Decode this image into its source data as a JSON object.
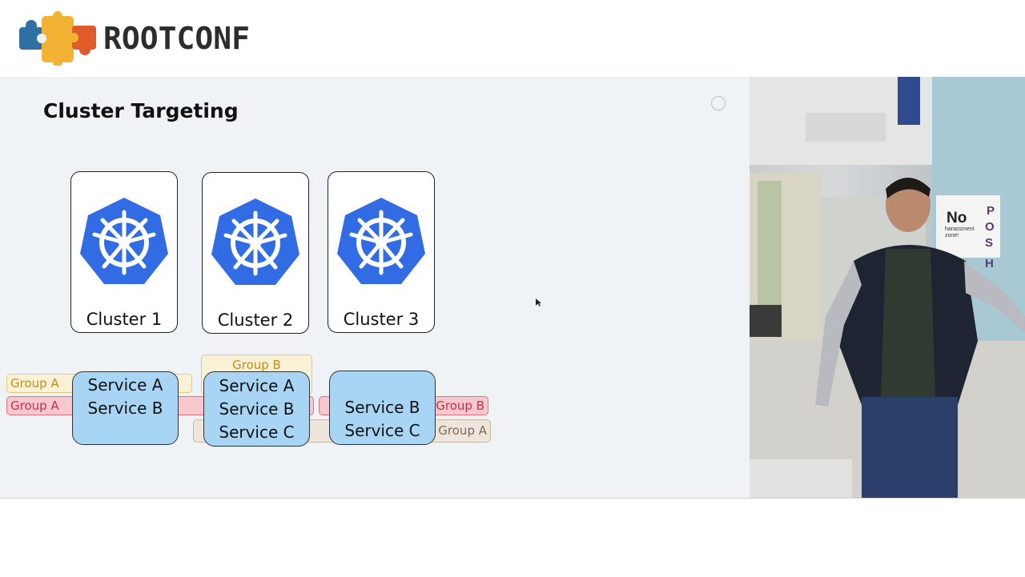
{
  "header": {
    "brand": "ROOTCONF"
  },
  "slide": {
    "title": "Cluster Targeting",
    "clusters": [
      {
        "label": "Cluster 1"
      },
      {
        "label": "Cluster 2"
      },
      {
        "label": "Cluster 3"
      }
    ],
    "groups": {
      "strip_1": "Group A",
      "strip_2": "Group A",
      "strip_3": "Group B",
      "strip_4": "Group B",
      "strip_5": "Group A"
    },
    "services": [
      {
        "lines": [
          "Service A",
          "Service B"
        ]
      },
      {
        "lines": [
          "Service A",
          "Service B",
          "Service C"
        ]
      },
      {
        "lines": [
          "Service B",
          "Service C"
        ]
      }
    ]
  },
  "webcam": {
    "sign_main": "No",
    "sign_sub_1": "harassment",
    "sign_sub_2": "zone!",
    "posh_letters": [
      "P",
      "O",
      "S",
      "H"
    ]
  },
  "colors": {
    "kubernetes_blue": "#326ce5",
    "service_fill": "#a9d5f5",
    "group_yellow": "#fbf1d6",
    "group_red": "#f7c9cf",
    "group_tan": "#eee6dc"
  }
}
